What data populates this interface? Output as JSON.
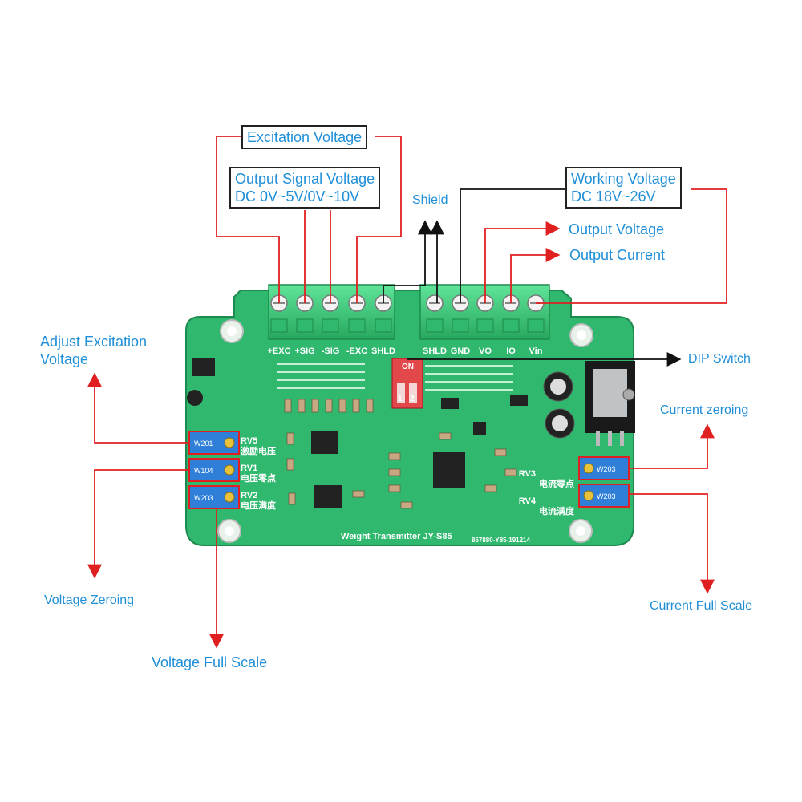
{
  "labels": {
    "excitation_voltage": "Excitation Voltage",
    "output_signal_voltage_line1": "Output Signal Voltage",
    "output_signal_voltage_line2": "DC 0V~5V/0V~10V",
    "working_voltage_line1": "Working Voltage",
    "working_voltage_line2": "DC 18V~26V",
    "shield": "Shield",
    "output_voltage": "Output Voltage",
    "output_current": "Output Current",
    "dip_switch": "DIP Switch",
    "adjust_excitation_line1": "Adjust Excitation",
    "adjust_excitation_line2": "Voltage",
    "current_zeroing": "Current zeroing",
    "voltage_zeroing": "Voltage Zeroing",
    "current_full_scale": "Current Full Scale",
    "voltage_full_scale": "Voltage Full Scale"
  },
  "board": {
    "left_terminals": [
      "+EXC",
      "+SIG",
      "-SIG",
      "-EXC",
      "SHLD"
    ],
    "right_terminals": [
      "SHLD",
      "GND",
      "VO",
      "IO",
      "Vin"
    ],
    "model_text": "Weight Transmitter  JY-S85",
    "serial_text": "867880-Y85-191214",
    "dip_on": "ON",
    "dip_numbers": [
      "1",
      "2"
    ],
    "pots": {
      "rv5": {
        "id": "RV5",
        "cn": "激励电压",
        "code": "W201"
      },
      "rv1": {
        "id": "RV1",
        "cn": "电压零点",
        "code": "W104"
      },
      "rv2": {
        "id": "RV2",
        "cn": "电压满度",
        "code": "W203"
      },
      "rv3": {
        "id": "RV3",
        "cn": "电流零点",
        "code": "W203"
      },
      "rv4": {
        "id": "RV4",
        "cn": "电流满度",
        "code": "W203"
      }
    }
  },
  "colors": {
    "callout_text": "#1f8fd8",
    "pcb_green": "#2fb86e",
    "terminal_green": "#3fcf7f",
    "lead_red": "#e02020",
    "lead_black": "#111111"
  }
}
